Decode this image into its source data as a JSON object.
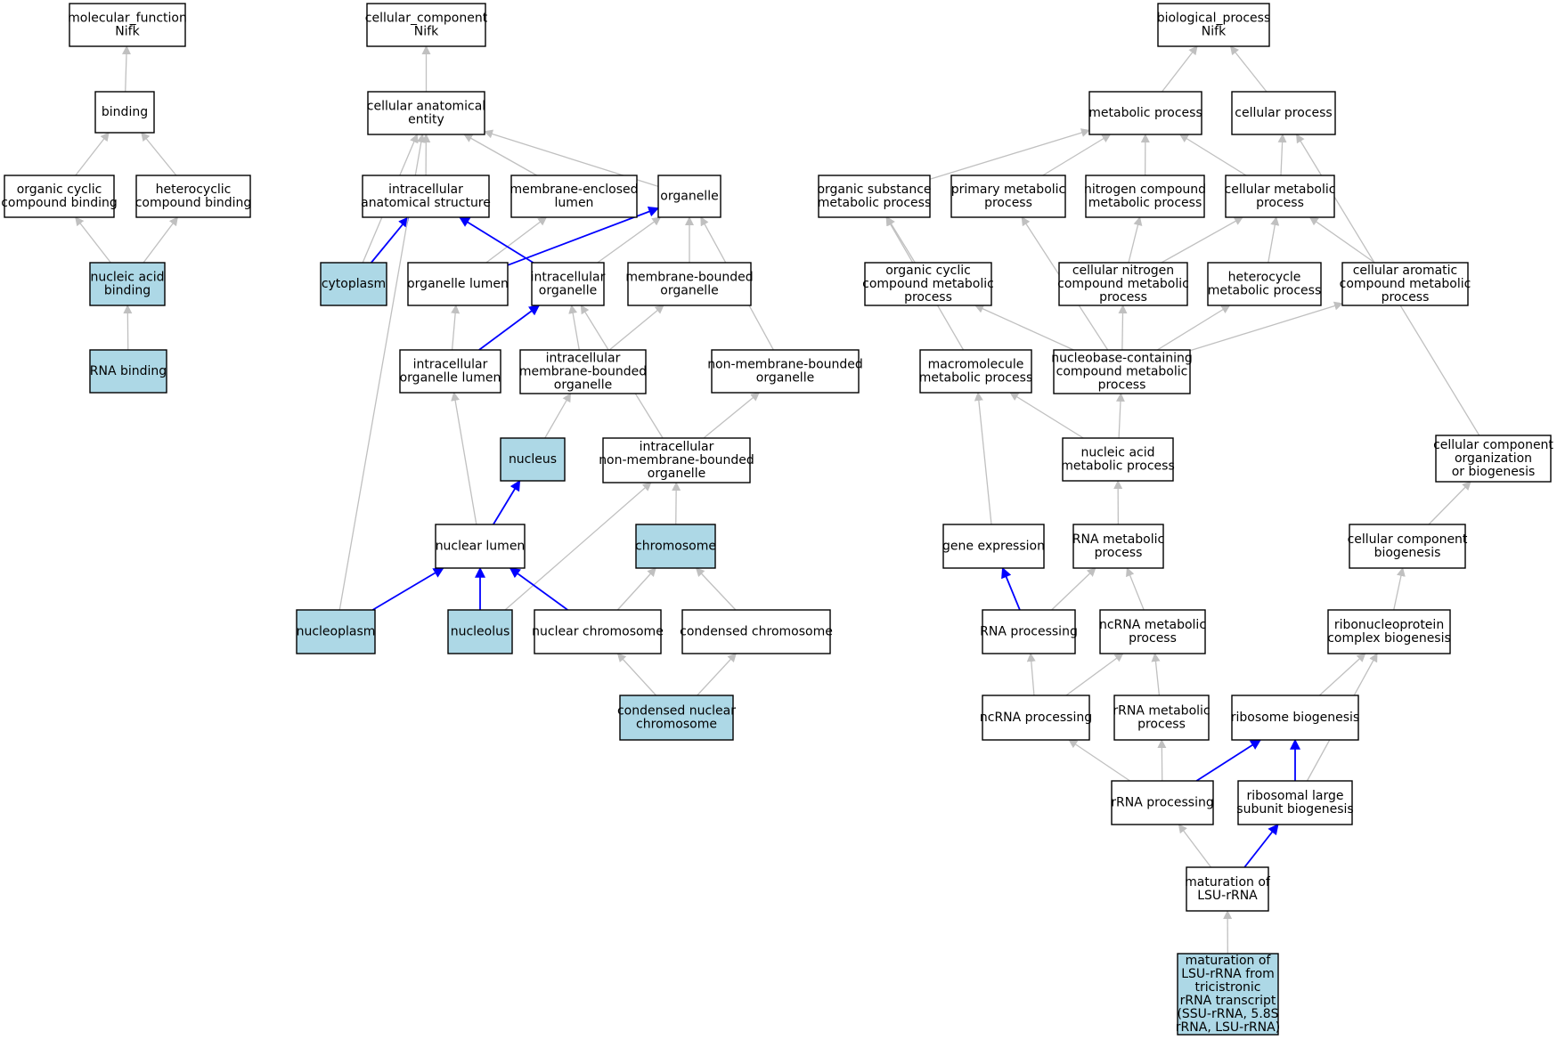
{
  "colors": {
    "highlight_fill": "#add8e6",
    "plain_fill": "#ffffff",
    "node_border": "#000000",
    "edge_default": "#c0c0c0",
    "edge_highlight": "#0000ff"
  },
  "nodes": {
    "mf_root": {
      "lines": [
        "molecular_function",
        "Nifk"
      ],
      "highlight": false
    },
    "binding": {
      "lines": [
        "binding"
      ],
      "highlight": false
    },
    "org_cyclic_binding": {
      "lines": [
        "organic cyclic",
        "compound binding"
      ],
      "highlight": false
    },
    "heterocyclic_binding": {
      "lines": [
        "heterocyclic",
        "compound binding"
      ],
      "highlight": false
    },
    "nucleic_acid_binding": {
      "lines": [
        "nucleic acid",
        "binding"
      ],
      "highlight": true
    },
    "rna_binding": {
      "lines": [
        "RNA binding"
      ],
      "highlight": true
    },
    "cc_root": {
      "lines": [
        "cellular_component",
        "Nifk"
      ],
      "highlight": false
    },
    "cell_anat": {
      "lines": [
        "cellular anatomical",
        "entity"
      ],
      "highlight": false
    },
    "intra_anat": {
      "lines": [
        "intracellular",
        "anatomical structure"
      ],
      "highlight": false
    },
    "membrane_enclosed_lumen": {
      "lines": [
        "membrane-enclosed",
        "lumen"
      ],
      "highlight": false
    },
    "organelle": {
      "lines": [
        "organelle"
      ],
      "highlight": false
    },
    "cytoplasm": {
      "lines": [
        "cytoplasm"
      ],
      "highlight": true
    },
    "organelle_lumen": {
      "lines": [
        "organelle lumen"
      ],
      "highlight": false
    },
    "intra_organelle": {
      "lines": [
        "intracellular",
        "organelle"
      ],
      "highlight": false
    },
    "membrane_bounded_org": {
      "lines": [
        "membrane-bounded",
        "organelle"
      ],
      "highlight": false
    },
    "intra_org_lumen": {
      "lines": [
        "intracellular",
        "organelle lumen"
      ],
      "highlight": false
    },
    "intra_mb_org": {
      "lines": [
        "intracellular",
        "membrane-bounded",
        "organelle"
      ],
      "highlight": false
    },
    "non_mb_org": {
      "lines": [
        "non-membrane-bounded",
        "organelle"
      ],
      "highlight": false
    },
    "nucleus": {
      "lines": [
        "nucleus"
      ],
      "highlight": true
    },
    "intra_nmb_org": {
      "lines": [
        "intracellular",
        "non-membrane-bounded",
        "organelle"
      ],
      "highlight": false
    },
    "nuclear_lumen": {
      "lines": [
        "nuclear lumen"
      ],
      "highlight": false
    },
    "chromosome": {
      "lines": [
        "chromosome"
      ],
      "highlight": true
    },
    "nucleoplasm": {
      "lines": [
        "nucleoplasm"
      ],
      "highlight": true
    },
    "nucleolus": {
      "lines": [
        "nucleolus"
      ],
      "highlight": true
    },
    "nuclear_chromosome": {
      "lines": [
        "nuclear chromosome"
      ],
      "highlight": false
    },
    "condensed_chromosome": {
      "lines": [
        "condensed chromosome"
      ],
      "highlight": false
    },
    "condensed_nuclear_chromosome": {
      "lines": [
        "condensed nuclear",
        "chromosome"
      ],
      "highlight": true
    },
    "bp_root": {
      "lines": [
        "biological_process",
        "Nifk"
      ],
      "highlight": false
    },
    "metabolic_process": {
      "lines": [
        "metabolic process"
      ],
      "highlight": false
    },
    "cellular_process": {
      "lines": [
        "cellular process"
      ],
      "highlight": false
    },
    "org_substance_mp": {
      "lines": [
        "organic substance",
        "metabolic process"
      ],
      "highlight": false
    },
    "primary_mp": {
      "lines": [
        "primary metabolic",
        "process"
      ],
      "highlight": false
    },
    "nitrogen_compound_mp": {
      "lines": [
        "nitrogen compound",
        "metabolic process"
      ],
      "highlight": false
    },
    "cellular_mp": {
      "lines": [
        "cellular metabolic",
        "process"
      ],
      "highlight": false
    },
    "org_cyclic_mp": {
      "lines": [
        "organic cyclic",
        "compound metabolic",
        "process"
      ],
      "highlight": false
    },
    "cellular_nitrogen_mp": {
      "lines": [
        "cellular nitrogen",
        "compound metabolic",
        "process"
      ],
      "highlight": false
    },
    "heterocycle_mp": {
      "lines": [
        "heterocycle",
        "metabolic process"
      ],
      "highlight": false
    },
    "cellular_aromatic_mp": {
      "lines": [
        "cellular aromatic",
        "compound metabolic",
        "process"
      ],
      "highlight": false
    },
    "macromolecule_mp": {
      "lines": [
        "macromolecule",
        "metabolic process"
      ],
      "highlight": false
    },
    "nucleobase_mp": {
      "lines": [
        "nucleobase-containing",
        "compound metabolic",
        "process"
      ],
      "highlight": false
    },
    "cc_org_biogenesis": {
      "lines": [
        "cellular component",
        "organization",
        "or biogenesis"
      ],
      "highlight": false
    },
    "nucleic_acid_mp": {
      "lines": [
        "nucleic acid",
        "metabolic process"
      ],
      "highlight": false
    },
    "gene_expression": {
      "lines": [
        "gene expression"
      ],
      "highlight": false
    },
    "rna_mp": {
      "lines": [
        "RNA metabolic",
        "process"
      ],
      "highlight": false
    },
    "cc_biogenesis": {
      "lines": [
        "cellular component",
        "biogenesis"
      ],
      "highlight": false
    },
    "rna_processing": {
      "lines": [
        "RNA processing"
      ],
      "highlight": false
    },
    "ncrna_mp": {
      "lines": [
        "ncRNA metabolic",
        "process"
      ],
      "highlight": false
    },
    "rnp_biogenesis": {
      "lines": [
        "ribonucleoprotein",
        "complex biogenesis"
      ],
      "highlight": false
    },
    "ncrna_processing": {
      "lines": [
        "ncRNA processing"
      ],
      "highlight": false
    },
    "rrna_mp": {
      "lines": [
        "rRNA metabolic",
        "process"
      ],
      "highlight": false
    },
    "ribosome_biogenesis": {
      "lines": [
        "ribosome biogenesis"
      ],
      "highlight": false
    },
    "rrna_processing": {
      "lines": [
        "rRNA processing"
      ],
      "highlight": false
    },
    "rl_subunit_biogenesis": {
      "lines": [
        "ribosomal large",
        "subunit biogenesis"
      ],
      "highlight": false
    },
    "maturation_lsu": {
      "lines": [
        "maturation of",
        "LSU-rRNA"
      ],
      "highlight": false
    },
    "maturation_lsu_tricistronic": {
      "lines": [
        "maturation of",
        "LSU-rRNA from",
        "tricistronic",
        "rRNA transcript",
        "(SSU-rRNA, 5.8S",
        "rRNA, LSU-rRNA)"
      ],
      "highlight": true
    }
  },
  "edges": [
    {
      "from": "binding",
      "to": "mf_root",
      "highlight": false
    },
    {
      "from": "org_cyclic_binding",
      "to": "binding",
      "highlight": false
    },
    {
      "from": "heterocyclic_binding",
      "to": "binding",
      "highlight": false
    },
    {
      "from": "nucleic_acid_binding",
      "to": "org_cyclic_binding",
      "highlight": false
    },
    {
      "from": "nucleic_acid_binding",
      "to": "heterocyclic_binding",
      "highlight": false
    },
    {
      "from": "rna_binding",
      "to": "nucleic_acid_binding",
      "highlight": false
    },
    {
      "from": "cell_anat",
      "to": "cc_root",
      "highlight": false
    },
    {
      "from": "intra_anat",
      "to": "cell_anat",
      "highlight": false
    },
    {
      "from": "membrane_enclosed_lumen",
      "to": "cell_anat",
      "highlight": false
    },
    {
      "from": "organelle",
      "to": "cell_anat",
      "highlight": false
    },
    {
      "from": "cytoplasm",
      "to": "cell_anat",
      "highlight": false
    },
    {
      "from": "cytoplasm",
      "to": "intra_anat",
      "highlight": true
    },
    {
      "from": "nucleoplasm",
      "to": "cell_anat",
      "highlight": false
    },
    {
      "from": "organelle_lumen",
      "to": "membrane_enclosed_lumen",
      "highlight": false
    },
    {
      "from": "organelle_lumen",
      "to": "organelle",
      "highlight": true
    },
    {
      "from": "intra_organelle",
      "to": "organelle",
      "highlight": false
    },
    {
      "from": "intra_organelle",
      "to": "intra_anat",
      "highlight": true
    },
    {
      "from": "membrane_bounded_org",
      "to": "organelle",
      "highlight": false
    },
    {
      "from": "non_mb_org",
      "to": "organelle",
      "highlight": false
    },
    {
      "from": "intra_org_lumen",
      "to": "organelle_lumen",
      "highlight": false
    },
    {
      "from": "intra_org_lumen",
      "to": "intra_organelle",
      "highlight": true
    },
    {
      "from": "intra_mb_org",
      "to": "intra_organelle",
      "highlight": false
    },
    {
      "from": "intra_mb_org",
      "to": "membrane_bounded_org",
      "highlight": false
    },
    {
      "from": "intra_nmb_org",
      "to": "intra_organelle",
      "highlight": false
    },
    {
      "from": "intra_nmb_org",
      "to": "non_mb_org",
      "highlight": false
    },
    {
      "from": "nucleus",
      "to": "intra_mb_org",
      "highlight": false
    },
    {
      "from": "nuclear_lumen",
      "to": "intra_org_lumen",
      "highlight": false
    },
    {
      "from": "nuclear_lumen",
      "to": "nucleus",
      "highlight": true
    },
    {
      "from": "chromosome",
      "to": "intra_nmb_org",
      "highlight": false
    },
    {
      "from": "nucleoplasm",
      "to": "nuclear_lumen",
      "highlight": true
    },
    {
      "from": "nucleolus",
      "to": "nuclear_lumen",
      "highlight": true
    },
    {
      "from": "nucleolus",
      "to": "intra_nmb_org",
      "highlight": false
    },
    {
      "from": "nuclear_chromosome",
      "to": "nuclear_lumen",
      "highlight": true
    },
    {
      "from": "nuclear_chromosome",
      "to": "chromosome",
      "highlight": false
    },
    {
      "from": "condensed_chromosome",
      "to": "chromosome",
      "highlight": false
    },
    {
      "from": "condensed_nuclear_chromosome",
      "to": "nuclear_chromosome",
      "highlight": false
    },
    {
      "from": "condensed_nuclear_chromosome",
      "to": "condensed_chromosome",
      "highlight": false
    },
    {
      "from": "metabolic_process",
      "to": "bp_root",
      "highlight": false
    },
    {
      "from": "cellular_process",
      "to": "bp_root",
      "highlight": false
    },
    {
      "from": "org_substance_mp",
      "to": "metabolic_process",
      "highlight": false
    },
    {
      "from": "primary_mp",
      "to": "metabolic_process",
      "highlight": false
    },
    {
      "from": "nitrogen_compound_mp",
      "to": "metabolic_process",
      "highlight": false
    },
    {
      "from": "cellular_mp",
      "to": "metabolic_process",
      "highlight": false
    },
    {
      "from": "cellular_mp",
      "to": "cellular_process",
      "highlight": false
    },
    {
      "from": "cc_org_biogenesis",
      "to": "cellular_process",
      "highlight": false
    },
    {
      "from": "org_cyclic_mp",
      "to": "org_substance_mp",
      "highlight": false
    },
    {
      "from": "macromolecule_mp",
      "to": "org_substance_mp",
      "highlight": false
    },
    {
      "from": "cellular_nitrogen_mp",
      "to": "nitrogen_compound_mp",
      "highlight": false
    },
    {
      "from": "cellular_nitrogen_mp",
      "to": "cellular_mp",
      "highlight": false
    },
    {
      "from": "heterocycle_mp",
      "to": "cellular_mp",
      "highlight": false
    },
    {
      "from": "cellular_aromatic_mp",
      "to": "cellular_mp",
      "highlight": false
    },
    {
      "from": "nucleobase_mp",
      "to": "org_cyclic_mp",
      "highlight": false
    },
    {
      "from": "nucleobase_mp",
      "to": "primary_mp",
      "highlight": false
    },
    {
      "from": "nucleobase_mp",
      "to": "cellular_nitrogen_mp",
      "highlight": false
    },
    {
      "from": "nucleobase_mp",
      "to": "heterocycle_mp",
      "highlight": false
    },
    {
      "from": "nucleobase_mp",
      "to": "cellular_aromatic_mp",
      "highlight": false
    },
    {
      "from": "nucleic_acid_mp",
      "to": "macromolecule_mp",
      "highlight": false
    },
    {
      "from": "nucleic_acid_mp",
      "to": "nucleobase_mp",
      "highlight": false
    },
    {
      "from": "gene_expression",
      "to": "macromolecule_mp",
      "highlight": false
    },
    {
      "from": "rna_mp",
      "to": "nucleic_acid_mp",
      "highlight": false
    },
    {
      "from": "cc_biogenesis",
      "to": "cc_org_biogenesis",
      "highlight": false
    },
    {
      "from": "rna_processing",
      "to": "gene_expression",
      "highlight": true
    },
    {
      "from": "rna_processing",
      "to": "rna_mp",
      "highlight": false
    },
    {
      "from": "ncrna_mp",
      "to": "rna_mp",
      "highlight": false
    },
    {
      "from": "rnp_biogenesis",
      "to": "cc_biogenesis",
      "highlight": false
    },
    {
      "from": "ncrna_processing",
      "to": "rna_processing",
      "highlight": false
    },
    {
      "from": "ncrna_processing",
      "to": "ncrna_mp",
      "highlight": false
    },
    {
      "from": "rrna_mp",
      "to": "ncrna_mp",
      "highlight": false
    },
    {
      "from": "ribosome_biogenesis",
      "to": "rnp_biogenesis",
      "highlight": false
    },
    {
      "from": "rrna_processing",
      "to": "ncrna_processing",
      "highlight": false
    },
    {
      "from": "rrna_processing",
      "to": "rrna_mp",
      "highlight": false
    },
    {
      "from": "rrna_processing",
      "to": "ribosome_biogenesis",
      "highlight": true
    },
    {
      "from": "rl_subunit_biogenesis",
      "to": "ribosome_biogenesis",
      "highlight": true
    },
    {
      "from": "rl_subunit_biogenesis",
      "to": "rnp_biogenesis",
      "highlight": false
    },
    {
      "from": "maturation_lsu",
      "to": "rrna_processing",
      "highlight": false
    },
    {
      "from": "maturation_lsu",
      "to": "rl_subunit_biogenesis",
      "highlight": true
    },
    {
      "from": "maturation_lsu_tricistronic",
      "to": "maturation_lsu",
      "highlight": false
    }
  ]
}
